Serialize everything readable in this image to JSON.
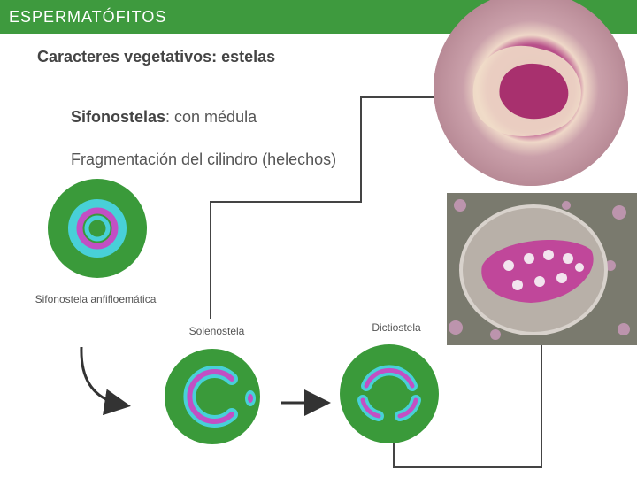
{
  "header": {
    "title": "ESPERMATÓFITOS",
    "bar_color": "#3e9a3e"
  },
  "slide": {
    "subtitle": "Caracteres vegetativos: estelas",
    "bullet1_bold": "Sifonostelas",
    "bullet1_rest": ": con médula",
    "bullet2": "Fragmentación del cilindro (helechos)"
  },
  "stele_types": {
    "sifonostela": "Sifonostela anfifloemática",
    "solenostela": "Solenostela",
    "dictiostela": "Dictiostela"
  },
  "colors": {
    "stele_green": "#3a9a3a",
    "xylem_magenta": "#c24fc4",
    "phloem_cyan": "#48d0d8"
  }
}
